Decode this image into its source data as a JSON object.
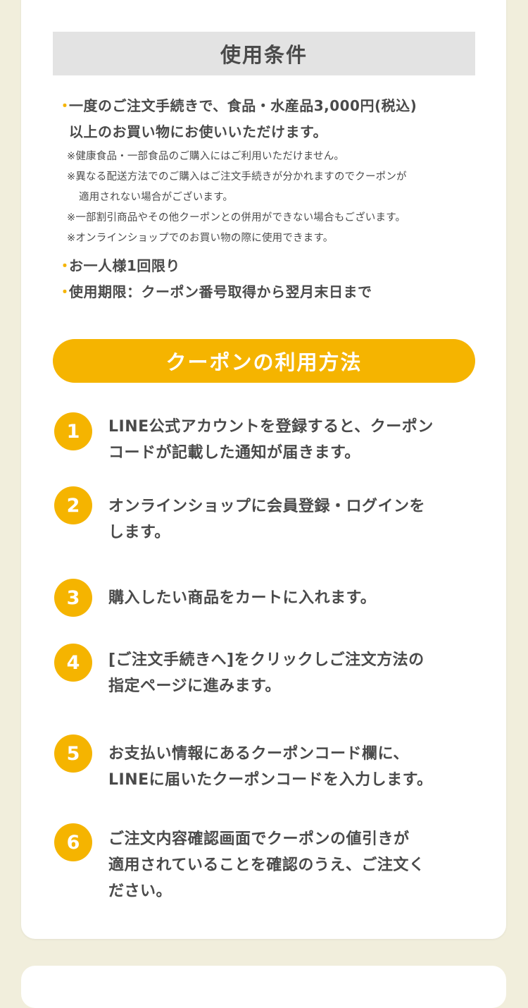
{
  "conditions": {
    "title": "使用条件",
    "bullet1_line1": "一度のご注文手続きで、食品・水産品3,000円(税込)",
    "bullet1_line2": "以上のお買い物にお使いいただけます。",
    "notes": [
      "※健康食品・一部食品のご購入にはご利用いただけません。",
      "※異なる配送方法でのご購入はご注文手続きが分かれますのでクーポンが",
      "適用されない場合がございます。",
      "※一部割引商品やその他クーポンとの併用ができない場合もございます。",
      "※オンラインショップでのお買い物の際に使用できます。"
    ],
    "bullet2": "お一人様1回限り",
    "bullet3": "使用期限：クーポン番号取得から翌月末日まで",
    "bullet_mark": "・"
  },
  "howto": {
    "title": "クーポンの利用方法",
    "steps": [
      {
        "num": "1",
        "line1": "LINE公式アカウントを登録すると、クーポン",
        "line2": "コードが記載した通知が届きます。",
        "line3": ""
      },
      {
        "num": "2",
        "line1": "オンラインショップに会員登録・ログインを",
        "line2": "します。",
        "line3": ""
      },
      {
        "num": "3",
        "line1": "購入したい商品をカートに入れます。",
        "line2": "",
        "line3": ""
      },
      {
        "num": "4",
        "line1": "[ご注文手続きへ]をクリックしご注文方法の",
        "line2": "指定ページに進みます。",
        "line3": ""
      },
      {
        "num": "5",
        "line1": "お支払い情報にあるクーポンコード欄に、",
        "line2": "LINEに届いたクーポンコードを入力します。",
        "line3": ""
      },
      {
        "num": "6",
        "line1": "ご注文内容確認画面でクーポンの値引きが",
        "line2": "適用されていることを確認のうえ、ご注文く",
        "line3": "ださい。"
      }
    ]
  },
  "colors": {
    "accent": "#f5b400",
    "background": "#f1eedc",
    "card": "#ffffff",
    "title_bar": "#e3e3e3",
    "text": "#4a4a4a"
  }
}
